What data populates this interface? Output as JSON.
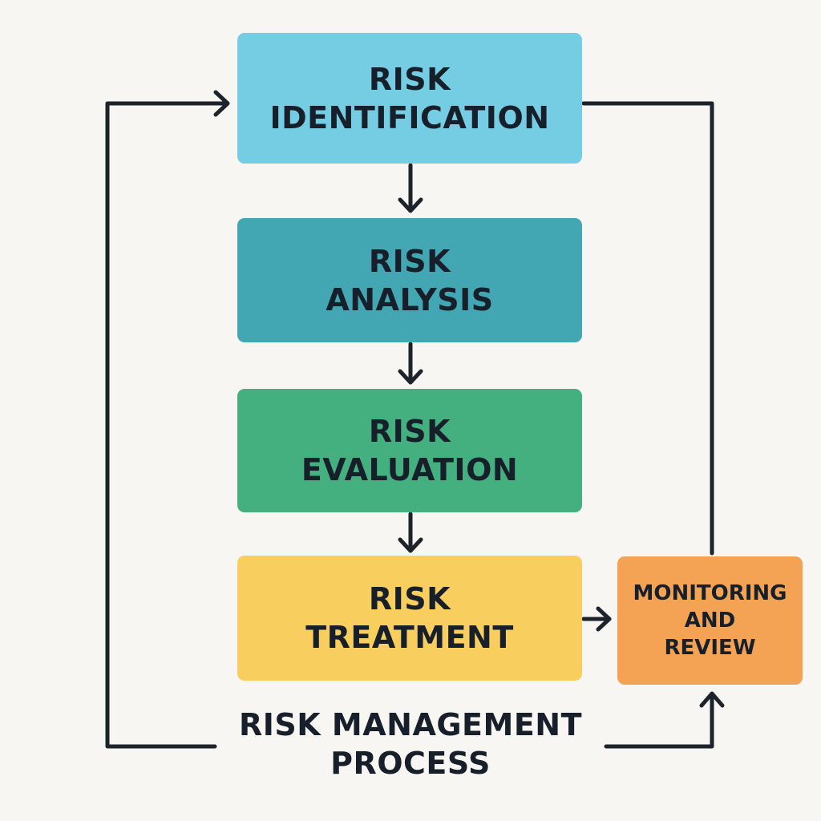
{
  "colors": {
    "background": "#f8f6f2",
    "text": "#17202a",
    "arrow": "#1c232b",
    "identification": "#74cde2",
    "analysis": "#43a6b3",
    "evaluation": "#44b07f",
    "treatment": "#f8cf5e",
    "monitoring": "#f4a354"
  },
  "steps": [
    {
      "line1": "RISK",
      "line2": "IDENTIFICATION"
    },
    {
      "line1": "RISK",
      "line2": "ANALYSIS"
    },
    {
      "line1": "RISK",
      "line2": "EVALUATION"
    },
    {
      "line1": "RISK",
      "line2": "TREATMENT"
    }
  ],
  "monitoring": {
    "line1": "MONITORING",
    "line2": "AND",
    "line3": "REVIEW"
  },
  "caption": {
    "line1": "RISK MANAGEMENT",
    "line2": "PROCESS"
  }
}
